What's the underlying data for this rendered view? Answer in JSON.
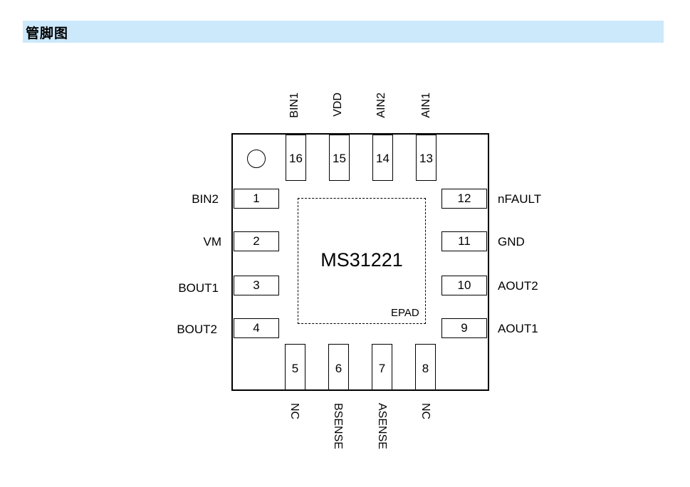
{
  "heading": "管脚图",
  "chip": {
    "part_number": "MS31221",
    "epad_label": "EPAD"
  },
  "pins": {
    "p1": {
      "num": "1",
      "name": "BIN2"
    },
    "p2": {
      "num": "2",
      "name": "VM"
    },
    "p3": {
      "num": "3",
      "name": "BOUT1"
    },
    "p4": {
      "num": "4",
      "name": "BOUT2"
    },
    "p5": {
      "num": "5",
      "name": "NC"
    },
    "p6": {
      "num": "6",
      "name": "BSENSE"
    },
    "p7": {
      "num": "7",
      "name": "ASENSE"
    },
    "p8": {
      "num": "8",
      "name": "NC"
    },
    "p9": {
      "num": "9",
      "name": "AOUT1"
    },
    "p10": {
      "num": "10",
      "name": "AOUT2"
    },
    "p11": {
      "num": "11",
      "name": "GND"
    },
    "p12": {
      "num": "12",
      "name": "nFAULT"
    },
    "p13": {
      "num": "13",
      "name": "AIN1"
    },
    "p14": {
      "num": "14",
      "name": "AIN2"
    },
    "p15": {
      "num": "15",
      "name": "VDD"
    },
    "p16": {
      "num": "16",
      "name": "BIN1"
    }
  },
  "colors": {
    "heading_bg": "#cce8fb",
    "line": "#000000"
  }
}
